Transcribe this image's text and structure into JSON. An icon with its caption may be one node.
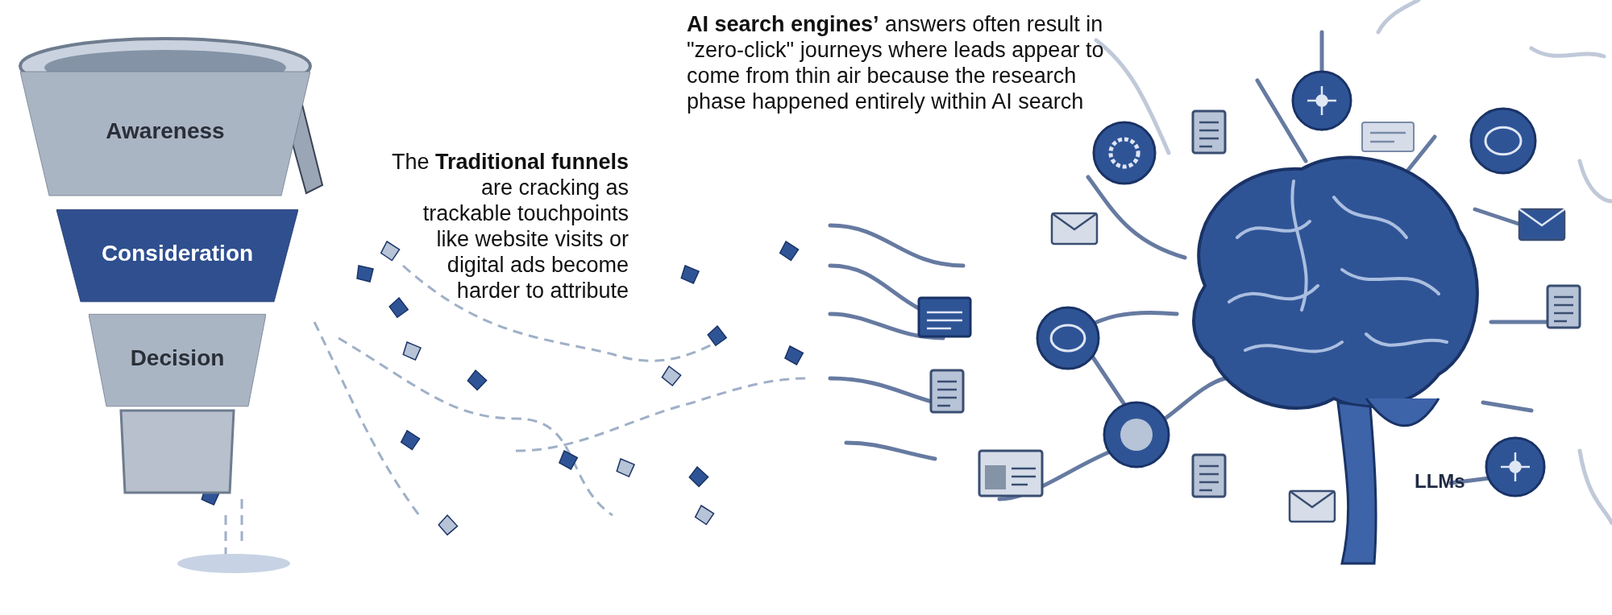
{
  "diagram": {
    "nodes": [
      {
        "text": [
          "Awareness"
        ]
      },
      {
        "text": [
          "Consideration"
        ]
      },
      {
        "text": [
          "Decision"
        ]
      },
      {
        "text": [
          "LLMs"
        ]
      }
    ],
    "labels": [
      "The **Traditional funnels** are cracking as trackable touchpoints like website visits or digital ads become harder to attribute",
      "**AI search engines’** answers often result in \"zero-click\" journeys where leads appear to come from thin air because the research phase happened entirely within AI search"
    ]
  }
}
